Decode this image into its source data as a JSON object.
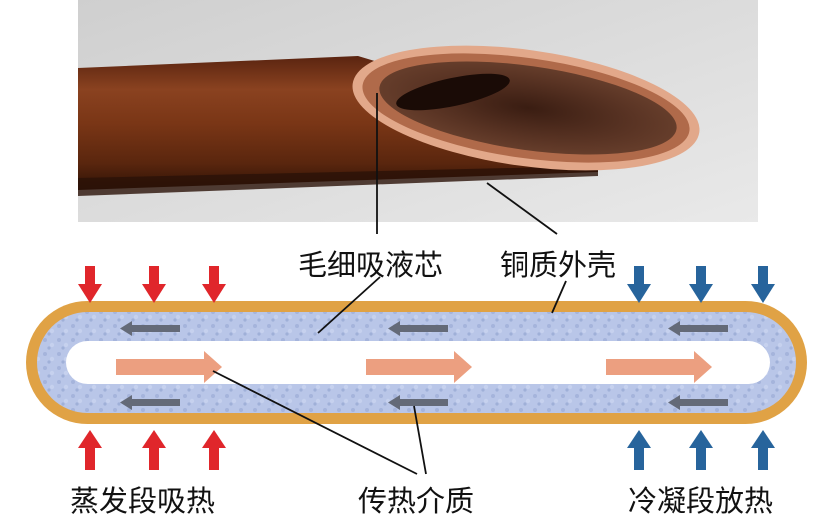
{
  "labels": {
    "wick": "毛细吸液芯",
    "shell": "铜质外壳",
    "evaporator": "蒸发段吸热",
    "medium": "传热介质",
    "condenser": "冷凝段放热"
  },
  "colors": {
    "shell": "#e0a245",
    "wick": "#b7c4e6",
    "heat_in_arrow": "#e0262b",
    "heat_out_arrow": "#27649c",
    "vapor_arrow": "#ec9f80",
    "liquid_arrow": "#646a78",
    "copper_tube": "#7a3616"
  }
}
